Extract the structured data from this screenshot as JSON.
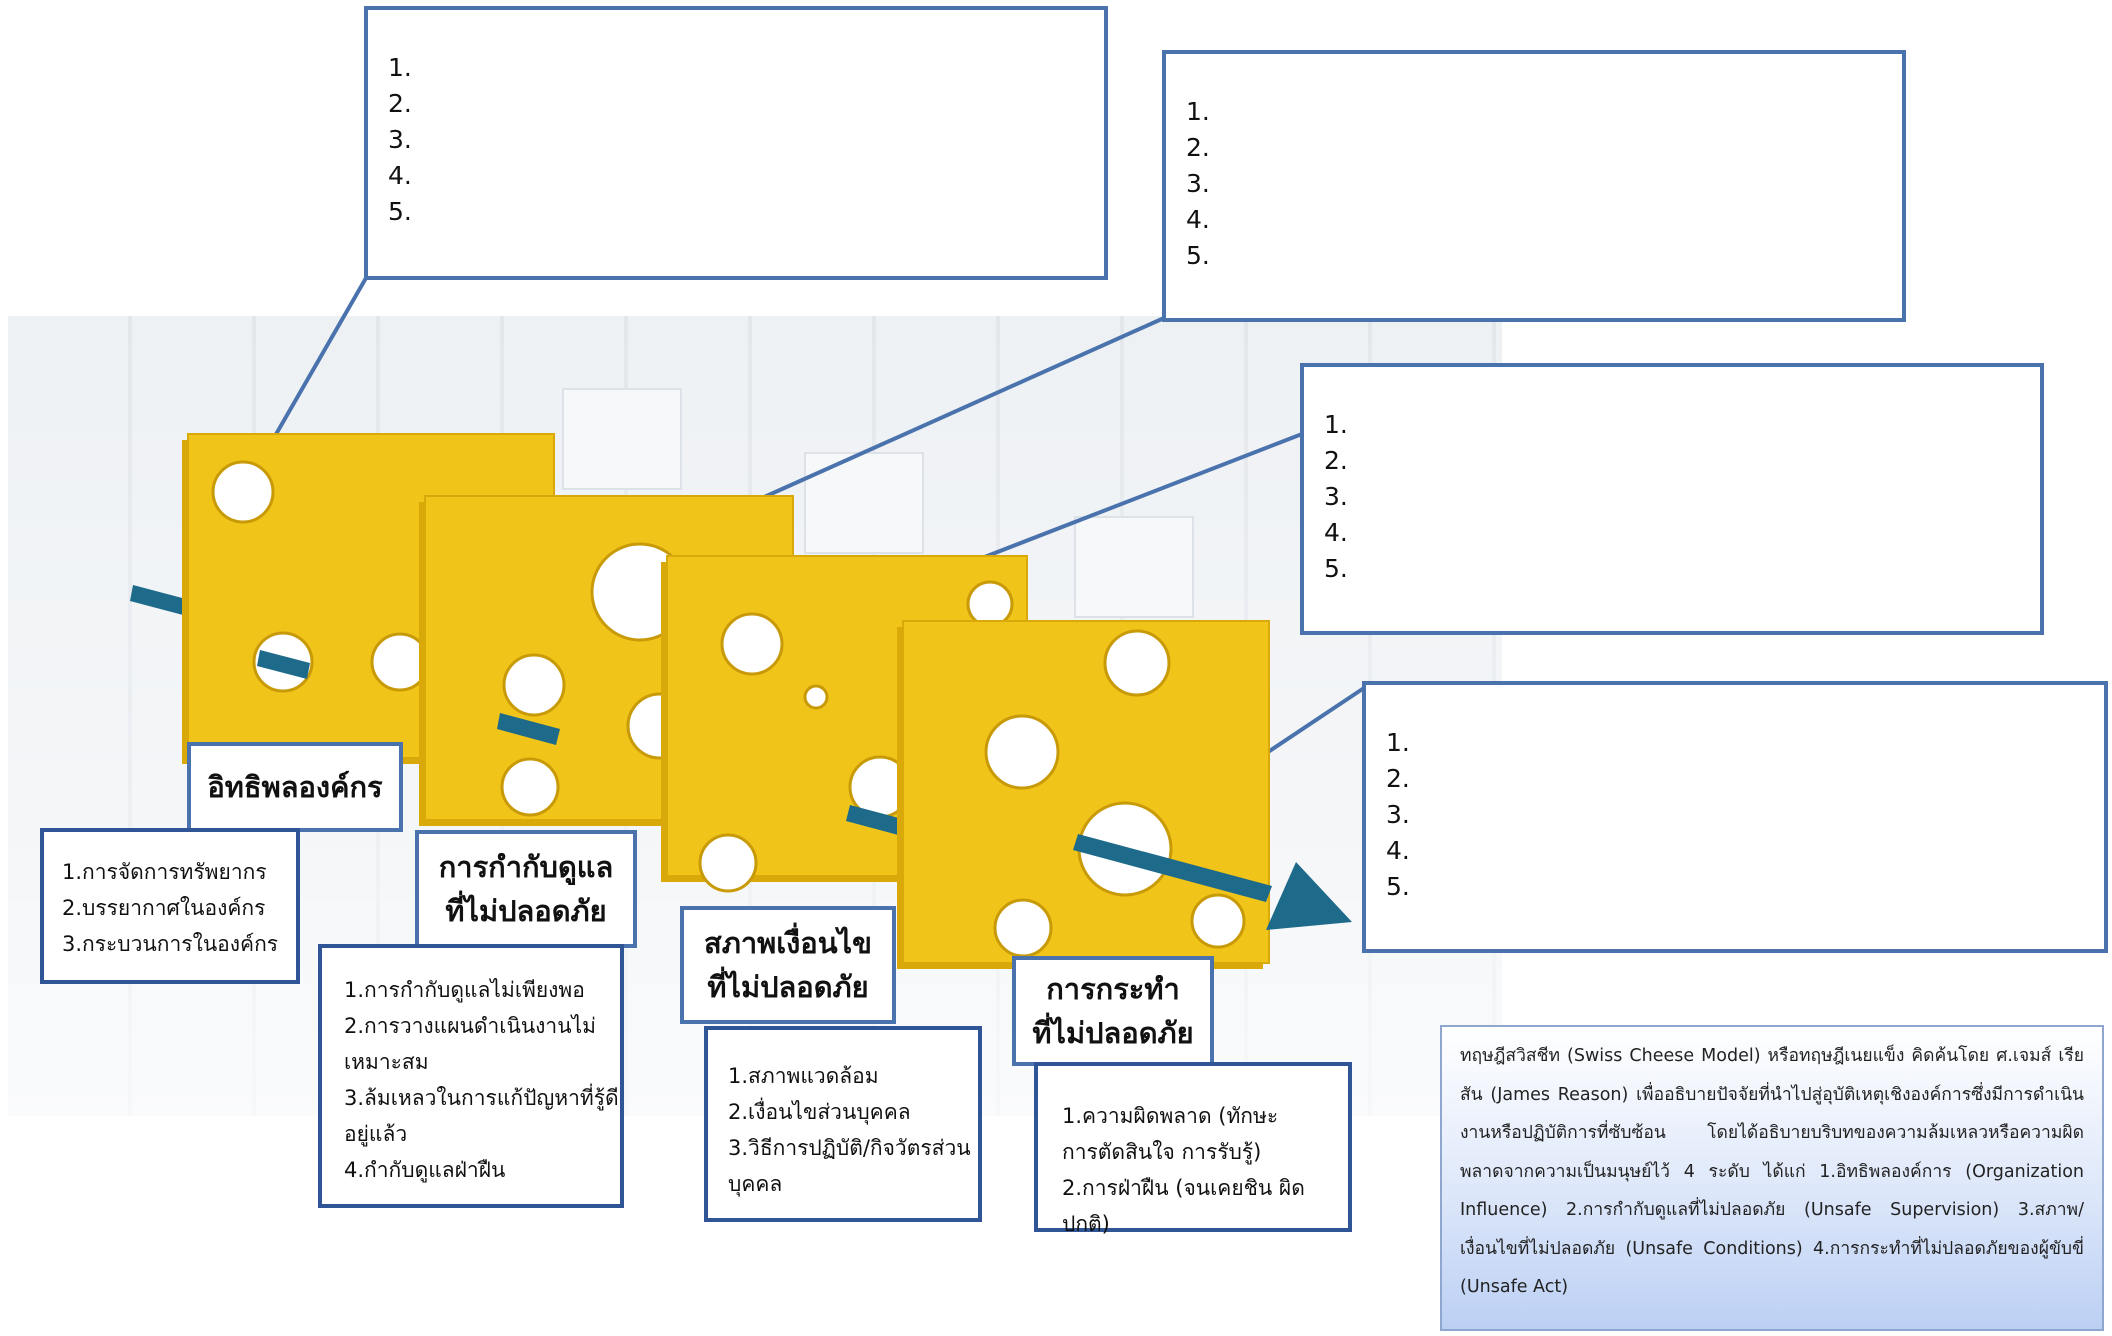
{
  "numbered_boxes": [
    {
      "items": [
        "1.",
        "2.",
        "3.",
        "4.",
        "5."
      ]
    },
    {
      "items": [
        "1.",
        "2.",
        "3.",
        "4.",
        "5."
      ]
    },
    {
      "items": [
        "1.",
        "2.",
        "3.",
        "4.",
        "5."
      ]
    },
    {
      "items": [
        "1.",
        "2.",
        "3.",
        "4.",
        "5."
      ]
    }
  ],
  "layers": [
    {
      "title": [
        "อิทธิพลองค์กร"
      ],
      "factors": [
        "1.การจัดการทรัพยากร",
        "2.บรรยากาศในองค์กร",
        "3.กระบวนการในองค์กร"
      ]
    },
    {
      "title": [
        "การกำกับดูแล",
        "ที่ไม่ปลอดภัย"
      ],
      "factors": [
        "1.การกำกับดูแลไม่เพียงพอ",
        "2.การวางแผนดำเนินงานไม่",
        "เหมาะสม",
        "3.ล้มเหลวในการแก้ปัญหาที่รู้ดี",
        "อยู่แล้ว",
        "4.กำกับดูแลฝ่าฝืน"
      ]
    },
    {
      "title": [
        "สภาพเงื่อนไข",
        "ที่ไม่ปลอดภัย"
      ],
      "factors": [
        "1.สภาพแวดล้อม",
        "2.เงื่อนไขส่วนบุคคล",
        "3.วิธีการปฏิบัติ/กิจวัตรส่วน",
        "บุคคล"
      ]
    },
    {
      "title": [
        "การกระทำ",
        "ที่ไม่ปลอดภัย"
      ],
      "factors": [
        "1.ความผิดพลาด (ทักษะ",
        "การตัดสินใจ การรับรู้)",
        "2.การฝ่าฝืน (จนเคยชิน ผิดปกติ)"
      ]
    }
  ],
  "description": "ทฤษฎีสวิสชีท (Swiss Cheese Model) หรือทฤษฎีเนยแข็ง คิดค้นโดย ศ.เจมส์ เรียสัน (James Reason) เพื่ออธิบายปัจจัยที่นำไปสู่อุบัติเหตุเชิงองค์การซึ่งมีการดำเนินงานหรือปฏิบัติการที่ซับซ้อน โดยได้อธิบายบริบทของความล้มเหลวหรือความผิดพลาดจากความเป็นมนุษย์ไว้ 4 ระดับ ได้แก่ 1.อิทธิพลองค์การ (Organization Influence) 2.การกำกับดูแลที่ไม่ปลอดภัย (Unsafe Supervision) 3.สภาพ/เงื่อนไขที่ไม่ปลอดภัย (Unsafe Conditions) 4.การกระทำที่ไม่ปลอดภัยของผู้ขับขี่ (Unsafe Act)",
  "colors": {
    "cheese": "#f0c419",
    "cheese_edge": "#d9a90a",
    "arrow": "#1d6a8a",
    "box_border": "#4a73ad",
    "connector": "#4a73ad"
  }
}
